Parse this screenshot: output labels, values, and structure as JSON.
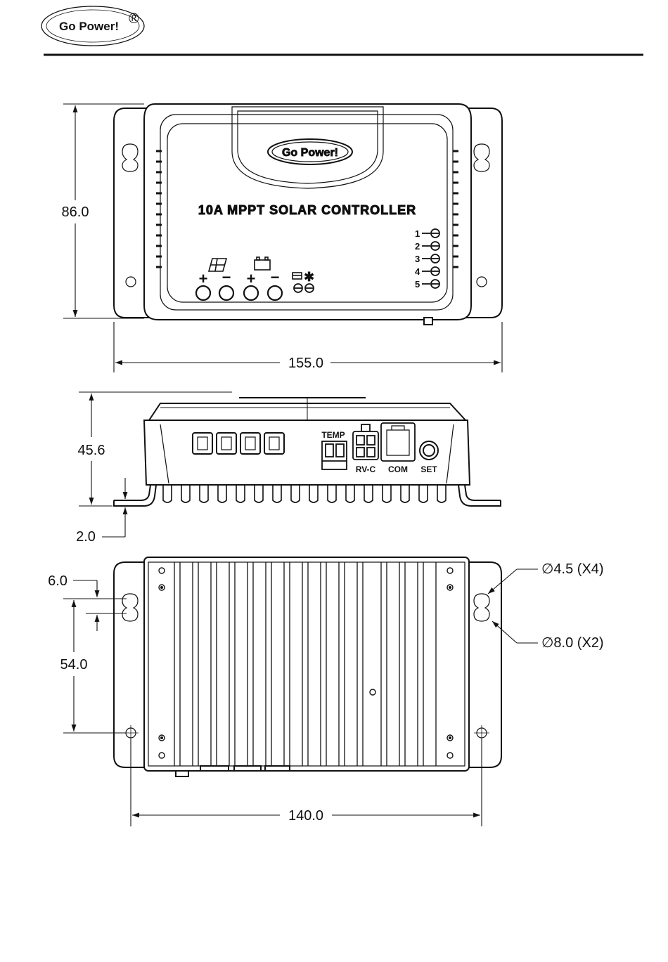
{
  "header": {
    "logo_text": "Go Power!",
    "logo_mark": "®"
  },
  "top_view": {
    "badge_text": "Go Power!",
    "title": "10A MPPT SOLAR CONTROLLER",
    "led_labels": [
      "1",
      "2",
      "3",
      "4",
      "5"
    ],
    "terminal_signs": [
      "+",
      "−",
      "+",
      "−"
    ],
    "dim_height": "86.0",
    "dim_width": "155.0"
  },
  "side_view": {
    "port_labels": {
      "temp": "TEMP",
      "rvc": "RV-C",
      "com": "COM",
      "set": "SET"
    },
    "dim_height": "45.6",
    "dim_flange": "2.0"
  },
  "bottom_view": {
    "dim_offset": "6.0",
    "dim_hole_spacing": "54.0",
    "dim_width": "140.0",
    "callout_small_holes": "∅4.5 (X4)",
    "callout_keyholes": "∅8.0 (X2)"
  },
  "icons": [
    "logo-oval-icon",
    "solar-panel-icon",
    "battery-icon",
    "load-icon",
    "dc-jack-icon"
  ]
}
